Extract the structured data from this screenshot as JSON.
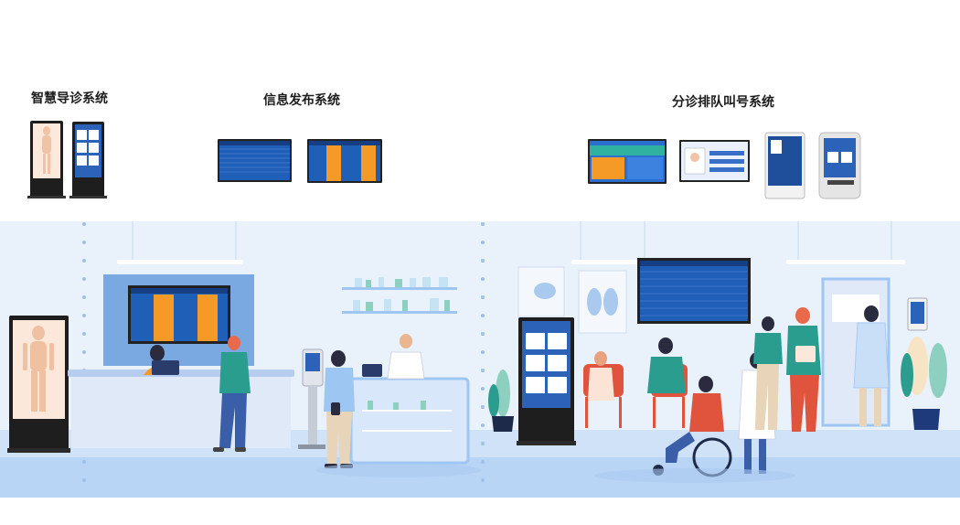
{
  "labels": {
    "smart_guide": "智慧导诊系统",
    "info_publish": "信息发布系统",
    "triage_queue": "分诊排队叫号系统"
  },
  "colors": {
    "background_band": "#e9f1fb",
    "floor": "#9ec6f2",
    "screen_blue": "#1f5fb8",
    "screen_orange": "#f59a27",
    "accent_teal": "#2a9d8f",
    "accent_red": "#e0533d"
  },
  "scene": {
    "people": [
      "receptionist",
      "patient-standing-green",
      "patient-with-bag",
      "pharmacist",
      "patient-seated-red-chair",
      "patient-seated-teal",
      "patient-in-wheelchair",
      "nurse-pushing-wheelchair",
      "patient-walking-teal",
      "patient-with-crutch",
      "nurse-at-door"
    ],
    "devices": [
      "guide-kiosk-human-body",
      "info-display-screen",
      "self-service-kiosk",
      "triage-screen",
      "ward-info-kiosk",
      "queue-display-wall",
      "wall-tablet"
    ]
  }
}
